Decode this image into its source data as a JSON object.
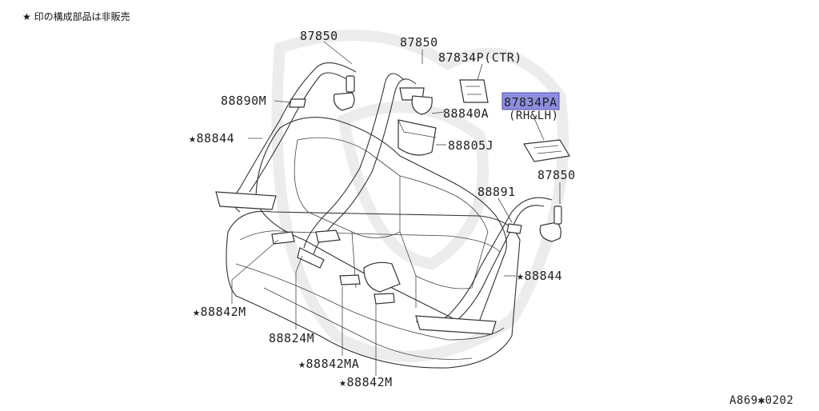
{
  "note": "★ 印の構成部品は非販売",
  "diagram_code": "A869✱0202",
  "labels": {
    "p87850_a": "87850",
    "p87850_b": "87850",
    "p87850_c": "87850",
    "p87834p_ctr": "87834P(CTR)",
    "p87834pa": "87834PA",
    "p87834pa_sub": "(RH&LH)",
    "p88890m": "88890M",
    "p88840a": "88840A",
    "p88805j": "88805J",
    "p88844_l": "★88844",
    "p88844_r": "★88844",
    "p88891": "88891",
    "p88842m_l": "★88842M",
    "p88824m": "88824M",
    "p88842ma": "★88842MA",
    "p88842m_c": "★88842M"
  },
  "highlight_color": "#8e8ee0"
}
